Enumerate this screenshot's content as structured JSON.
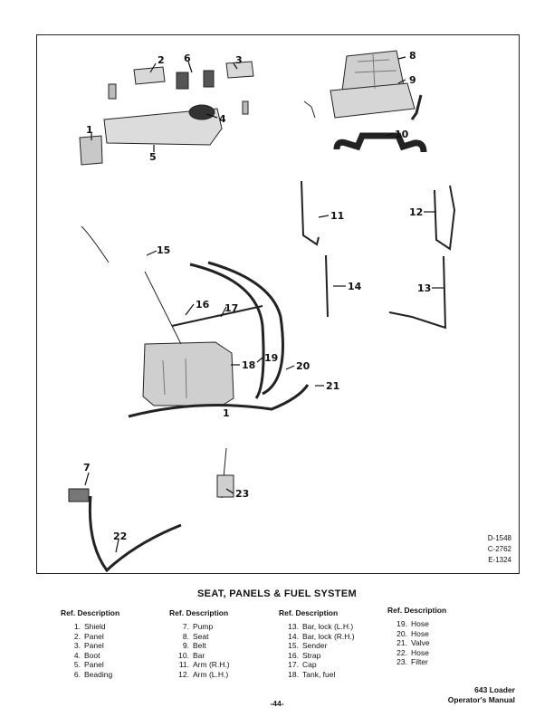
{
  "diagram": {
    "callouts": [
      "1",
      "2",
      "3",
      "4",
      "5",
      "6",
      "7",
      "8",
      "9",
      "10",
      "11",
      "12",
      "13",
      "14",
      "15",
      "16",
      "17",
      "18",
      "19",
      "20",
      "21",
      "22",
      "23",
      "1"
    ],
    "drawing_codes": [
      "D-1548",
      "C-2762",
      "E-1324"
    ]
  },
  "section_title": "SEAT, PANELS & FUEL SYSTEM",
  "columns": [
    {
      "hdr_ref": "Ref.",
      "hdr_desc": "Description",
      "items": [
        {
          "ref": "1.",
          "desc": "Shield"
        },
        {
          "ref": "2.",
          "desc": "Panel"
        },
        {
          "ref": "3.",
          "desc": "Panel"
        },
        {
          "ref": "4.",
          "desc": "Boot"
        },
        {
          "ref": "5.",
          "desc": "Panel"
        },
        {
          "ref": "6.",
          "desc": "Beading"
        }
      ]
    },
    {
      "hdr_ref": "Ref.",
      "hdr_desc": "Description",
      "items": [
        {
          "ref": "7.",
          "desc": "Pump"
        },
        {
          "ref": "8.",
          "desc": "Seat"
        },
        {
          "ref": "9.",
          "desc": "Belt"
        },
        {
          "ref": "10.",
          "desc": "Bar"
        },
        {
          "ref": "11.",
          "desc": "Arm (R.H.)"
        },
        {
          "ref": "12.",
          "desc": "Arm (L.H.)"
        }
      ]
    },
    {
      "hdr_ref": "Ref.",
      "hdr_desc": "Description",
      "items": [
        {
          "ref": "13.",
          "desc": "Bar, lock (L.H.)"
        },
        {
          "ref": "14.",
          "desc": "Bar, lock (R.H.)"
        },
        {
          "ref": "15.",
          "desc": "Sender"
        },
        {
          "ref": "16.",
          "desc": "Strap"
        },
        {
          "ref": "17.",
          "desc": "Cap"
        },
        {
          "ref": "18.",
          "desc": "Tank, fuel"
        }
      ]
    },
    {
      "hdr_ref": "Ref.",
      "hdr_desc": "Description",
      "items": [
        {
          "ref": "19.",
          "desc": "Hose"
        },
        {
          "ref": "20.",
          "desc": "Hose"
        },
        {
          "ref": "21.",
          "desc": "Valve"
        },
        {
          "ref": "22.",
          "desc": "Hose"
        },
        {
          "ref": "23.",
          "desc": "Filter"
        }
      ]
    }
  ],
  "footer": {
    "page": "-44-",
    "manual_line1": "643 Loader",
    "manual_line2": "Operator's Manual"
  }
}
